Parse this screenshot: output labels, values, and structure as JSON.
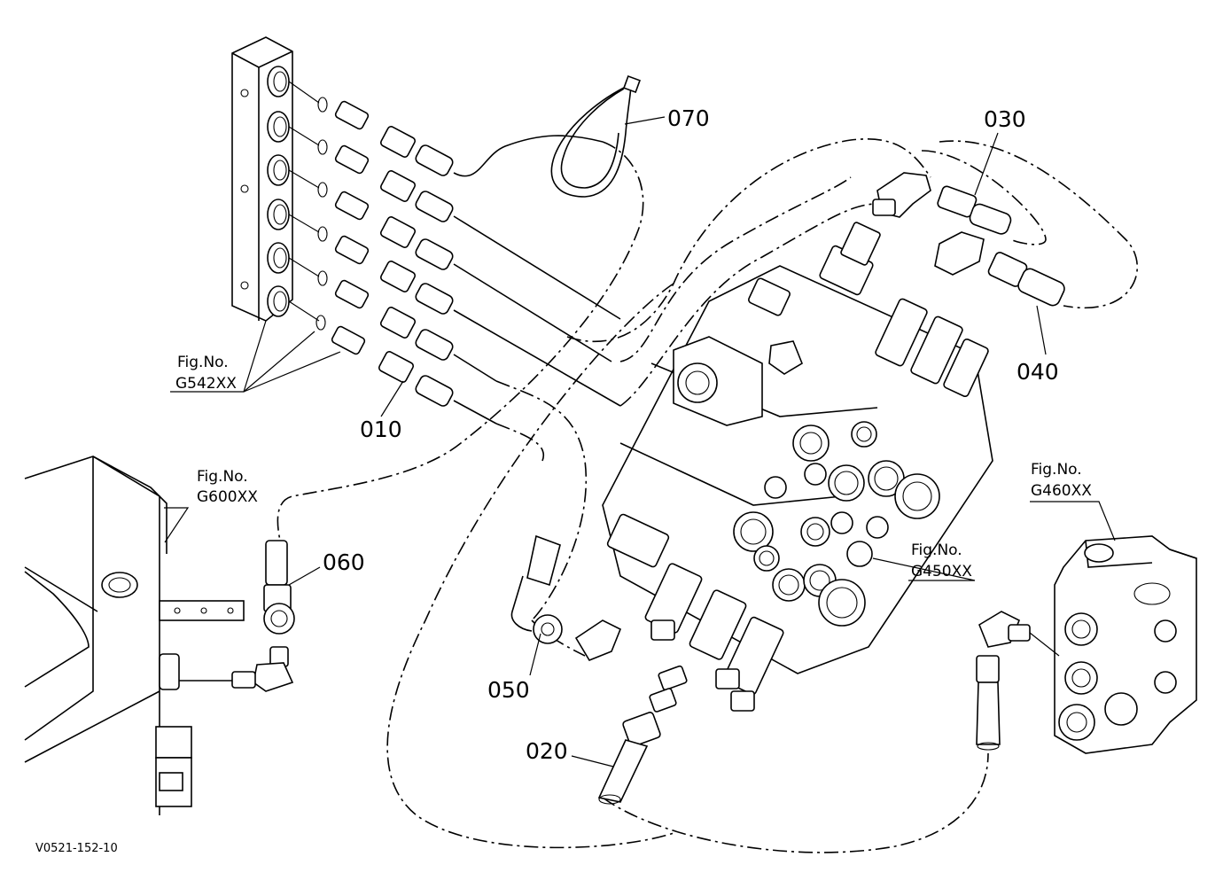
{
  "diagram": {
    "drawing_code": "V0521-152-10",
    "part_labels": {
      "p010": "010",
      "p020": "020",
      "p030": "030",
      "p040": "040",
      "p050": "050",
      "p060": "060",
      "p070": "070"
    },
    "figure_refs": {
      "g542": {
        "prefix": "Fig.No.",
        "code": "G542XX"
      },
      "g600": {
        "prefix": "Fig.No.",
        "code": "G600XX"
      },
      "g450": {
        "prefix": "Fig.No.",
        "code": "G450XX"
      },
      "g460": {
        "prefix": "Fig.No.",
        "code": "G460XX"
      }
    }
  }
}
